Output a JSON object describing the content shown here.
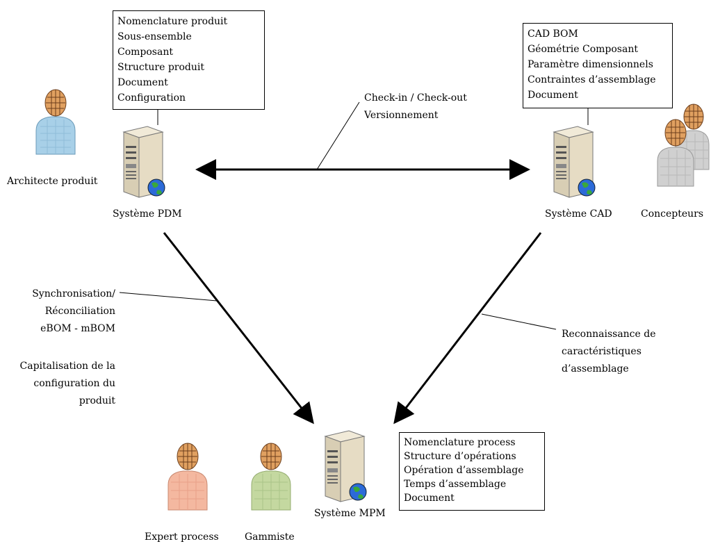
{
  "boxes": {
    "pdm": [
      "Nomenclature produit",
      "Sous-ensemble",
      "Composant",
      "Structure produit",
      "Document",
      "Configuration"
    ],
    "cad": [
      "CAD BOM",
      "Géométrie Composant",
      "Paramètre dimensionnels",
      "Contraintes d’assemblage",
      "Document"
    ],
    "mpm": [
      "Nomenclature process",
      "Structure d’opérations",
      "Opération d’assemblage",
      "Temps d’assemblage",
      "Document"
    ]
  },
  "systems": {
    "pdm": "Système PDM",
    "cad": "Système CAD",
    "mpm": "Système MPM"
  },
  "actors": {
    "architect": "Architecte produit",
    "designers": "Concepteurs",
    "process_expert": "Expert process",
    "router": "Gammiste"
  },
  "links": {
    "pdm_cad": [
      "Check-in / Check-out",
      "Versionnement"
    ],
    "pdm_mpm": [
      "Synchronisation/",
      "Réconciliation",
      "eBOM - mBOM"
    ],
    "pdm_mpm_extra": [
      "Capitalisation de la",
      "configuration du",
      "produit"
    ],
    "cad_mpm": [
      "Reconnaissance de",
      "caractéristiques",
      "d’assemblage"
    ]
  },
  "colors": {
    "architect": "#a8d0e8",
    "designers": "#d0d0d0",
    "process_expert": "#f4b8a0",
    "router": "#c4d8a0",
    "face": "#e0a060",
    "server": "#e6dcc4",
    "globe": "#2c6ad8"
  },
  "icons": [
    "server-icon",
    "globe-icon",
    "person-icon"
  ]
}
